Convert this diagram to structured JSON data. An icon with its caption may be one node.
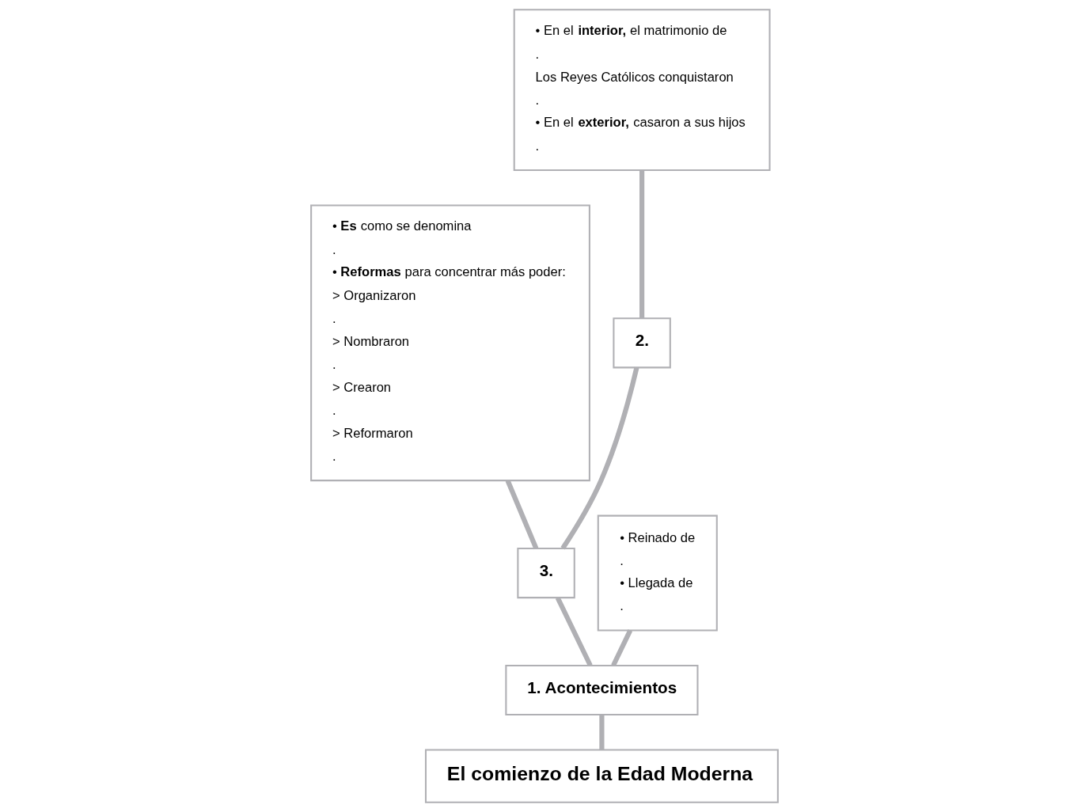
{
  "diagram": {
    "nodes": [
      {
        "text": [
          "• En el **interior,** el matrimonio de",
          ".",
          "Los Reyes Católicos conquistaron",
          ".",
          "• En el **exterior,** casaron a sus hijos",
          "."
        ]
      },
      {
        "text": [
          "• **Es** como se denomina",
          ".",
          "• **Reformas** para concentrar más poder:",
          "> Organizaron",
          ".",
          "> Nombraron",
          ".",
          "> Crearon",
          ".",
          "> Reformaron",
          "."
        ]
      },
      {
        "text": [
          "2."
        ]
      },
      {
        "text": [
          "3."
        ]
      },
      {
        "text": [
          "• Reinado de",
          ".",
          "• Llegada de",
          "."
        ]
      },
      {
        "text": [
          "1. Acontecimientos"
        ]
      },
      {
        "text": [
          "El comienzo de la Edad Moderna"
        ]
      }
    ],
    "edges": [
      {
        "from": 6,
        "to": 5,
        "arrow": "none"
      },
      {
        "from": 5,
        "to": 4,
        "arrow": "none"
      },
      {
        "from": 5,
        "to": 3,
        "arrow": "none"
      },
      {
        "from": 3,
        "to": 1,
        "arrow": "none"
      },
      {
        "from": 3,
        "to": 2,
        "arrow": "none"
      },
      {
        "from": 2,
        "to": 0,
        "arrow": "none"
      }
    ]
  }
}
